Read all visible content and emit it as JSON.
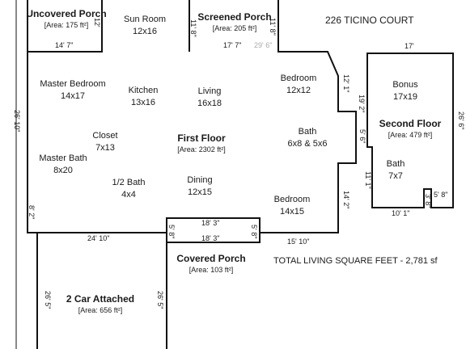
{
  "address": "226 TICINO COURT",
  "total": "TOTAL LIVING SQUARE FEET - 2,781 sf",
  "areas": {
    "uncovered_porch": {
      "title": "Uncovered Porch",
      "area": "[Area: 175 ft²]"
    },
    "screened_porch": {
      "title": "Screened Porch",
      "area": "[Area: 205 ft²]"
    },
    "first_floor": {
      "title": "First Floor",
      "area": "[Area: 2302 ft²]"
    },
    "second_floor": {
      "title": "Second Floor",
      "area": "[Area: 479 ft²]"
    },
    "covered_porch": {
      "title": "Covered Porch",
      "area": "[Area: 103 ft²]"
    },
    "garage": {
      "title": "2 Car Attached",
      "area": "[Area: 656 ft²]"
    }
  },
  "rooms": {
    "sun_room": {
      "name": "Sun Room",
      "size": "12x16"
    },
    "master_bedroom": {
      "name": "Master Bedroom",
      "size": "14x17"
    },
    "kitchen": {
      "name": "Kitchen",
      "size": "13x16"
    },
    "living": {
      "name": "Living",
      "size": "16x18"
    },
    "bedroom_1": {
      "name": "Bedroom",
      "size": "12x12"
    },
    "closet": {
      "name": "Closet",
      "size": "7x13"
    },
    "bath": {
      "name": "Bath",
      "size": "6x8 & 5x6"
    },
    "master_bath": {
      "name": "Master Bath",
      "size": "8x20"
    },
    "half_bath": {
      "name": "1/2 Bath",
      "size": "4x4"
    },
    "dining": {
      "name": "Dining",
      "size": "12x15"
    },
    "bedroom_2": {
      "name": "Bedroom",
      "size": "14x15"
    },
    "bonus": {
      "name": "Bonus",
      "size": "17x19"
    },
    "bath_2": {
      "name": "Bath",
      "size": "7x7"
    }
  },
  "dims": {
    "uncovered_width": "14' 7\"",
    "screened_width": "17' 7\"",
    "overall_top": "29' 6\"",
    "west_wall": "26' 10\"",
    "west_jog": "8' 2\"",
    "bedroom1_depth": "12' 1\"",
    "bath_jog": "5' 6\"",
    "bedroom2_depth": "14' 2\"",
    "step_19": "19' 2\"",
    "step_11": "11' 1\"",
    "porch_top": "18' 3\"",
    "porch_bottom": "18' 3\"",
    "porch_depth_left": "5' 8\"",
    "porch_depth_right": "5' 8\"",
    "south_east": "15' 10\"",
    "garage_top": "24' 10\"",
    "garage_left": "26' 5\"",
    "garage_right": "26' 5\"",
    "second_top": "17'",
    "second_right": "26' 6\"",
    "second_left_upper": "19' 2\"",
    "second_left_lower": "11' 1\"",
    "second_bottom": "10' 1\"",
    "second_notch_w": "5' 8\"",
    "second_notch_h": "3' 8\"",
    "uncovered_side": "12'",
    "screened_side_l": "11' 8\"",
    "screened_side_r": "11' 8\""
  }
}
